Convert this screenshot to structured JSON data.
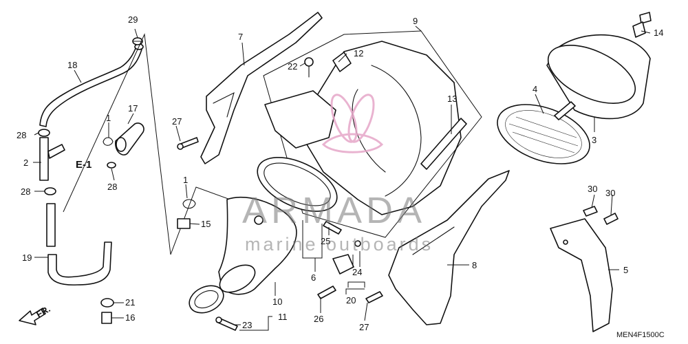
{
  "diagram": {
    "callouts": {
      "c1a": "1",
      "c1b": "1",
      "c2": "2",
      "c3": "3",
      "c4": "4",
      "c5": "5",
      "c6": "6",
      "c7": "7",
      "c8": "8",
      "c9": "9",
      "c10": "10",
      "c11": "11",
      "c12": "12",
      "c13": "13",
      "c14": "14",
      "c15": "15",
      "c16": "16",
      "c17": "17",
      "c18": "18",
      "c19": "19",
      "c20": "20",
      "c21": "21",
      "c22": "22",
      "c23": "23",
      "c24": "24",
      "c25": "25",
      "c26": "26",
      "c27a": "27",
      "c27b": "27",
      "c28a": "28",
      "c28b": "28",
      "c28c": "28",
      "c29": "29",
      "c30a": "30",
      "c30b": "30"
    },
    "reference": "E-1",
    "front_arrow": "FR.",
    "code": "MEN4F1500C"
  },
  "watermark": {
    "brand": "ARMADA",
    "tagline": "marine outboards",
    "accent": "#e6a6c8"
  },
  "colors": {
    "line": "#111111",
    "background": "#ffffff"
  }
}
